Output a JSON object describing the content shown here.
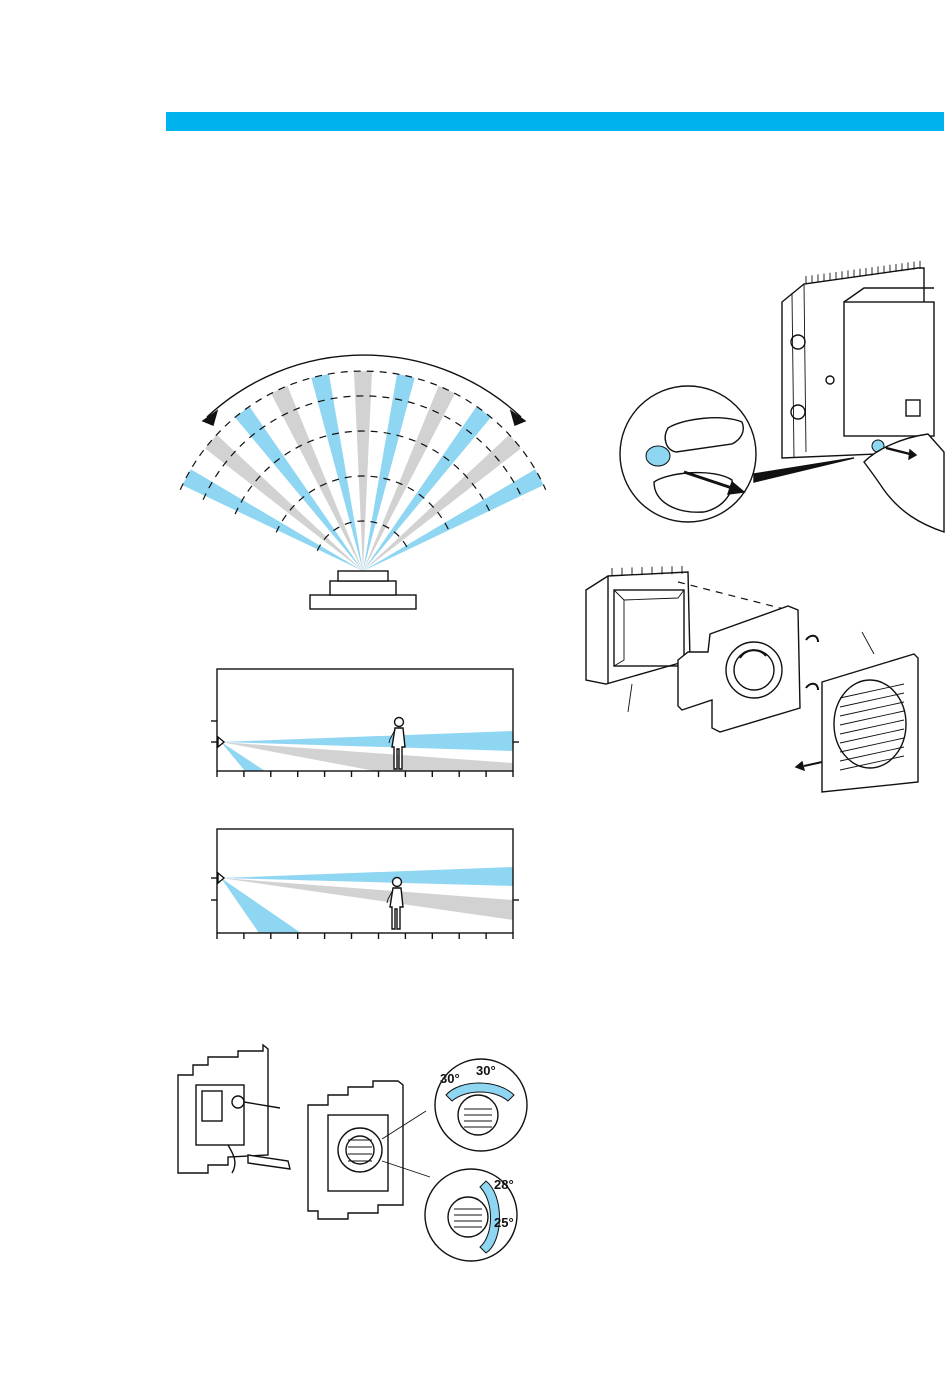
{
  "colors": {
    "accent": "#00B2EE",
    "beam_blue": "#8FD6F2",
    "beam_grey": "#D2D2D2",
    "ink": "#111111"
  },
  "figures": {
    "fan_view": {
      "icon": "detection-fan-diagram"
    },
    "side_view_1": {
      "icon": "side-detection-diagram"
    },
    "side_view_2": {
      "icon": "side-detection-diagram"
    },
    "orientation": {
      "icon": "lens-orientation-diagram",
      "angle_left": "30°",
      "angle_right": "30°",
      "angle_top": "28°",
      "angle_bottom": "25°"
    },
    "cover_removal": {
      "icon": "cover-removal-diagram"
    },
    "exploded": {
      "icon": "exploded-assembly-diagram"
    }
  }
}
